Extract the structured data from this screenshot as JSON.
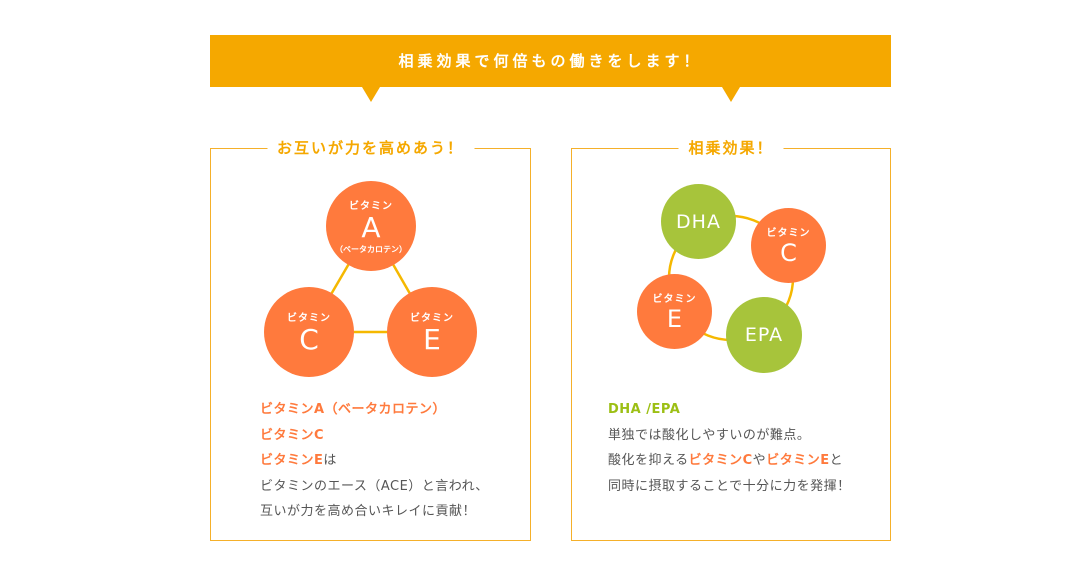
{
  "banner": {
    "title": "相乗効果で何倍もの働きをします！"
  },
  "left": {
    "title": "お互いが力を高めあう！",
    "circles": [
      {
        "top": "ビタミン",
        "letter": "A",
        "sub": "（ベータカロテン）"
      },
      {
        "top": "ビタミン",
        "letter": "C"
      },
      {
        "top": "ビタミン",
        "letter": "E"
      }
    ],
    "lines": [
      "ビタミンA（ベータカロテン）",
      "ビタミンC",
      {
        "a": "ビタミンE",
        "b": "は"
      },
      "ビタミンのエース（ACE）と言われ、",
      "互いが力を高め合いキレイに貢献！"
    ]
  },
  "right": {
    "title": "相乗効果！",
    "circles": [
      {
        "letter": "DHA"
      },
      {
        "top": "ビタミン",
        "letter": "C"
      },
      {
        "top": "ビタミン",
        "letter": "E"
      },
      {
        "letter": "EPA"
      }
    ],
    "heading": "DHA /EPA",
    "line1": "単独では酸化しやすいのが難点。",
    "line2": {
      "a": "酸化を抑える",
      "b": "ビタミンC",
      "c": "や",
      "d": "ビタミンE",
      "e": "と"
    },
    "line3": "同時に摂取することで十分に力を発揮！"
  },
  "colors": {
    "banner": "#f5a800",
    "orange": "#ff7a3d",
    "green": "#a7c43b"
  }
}
